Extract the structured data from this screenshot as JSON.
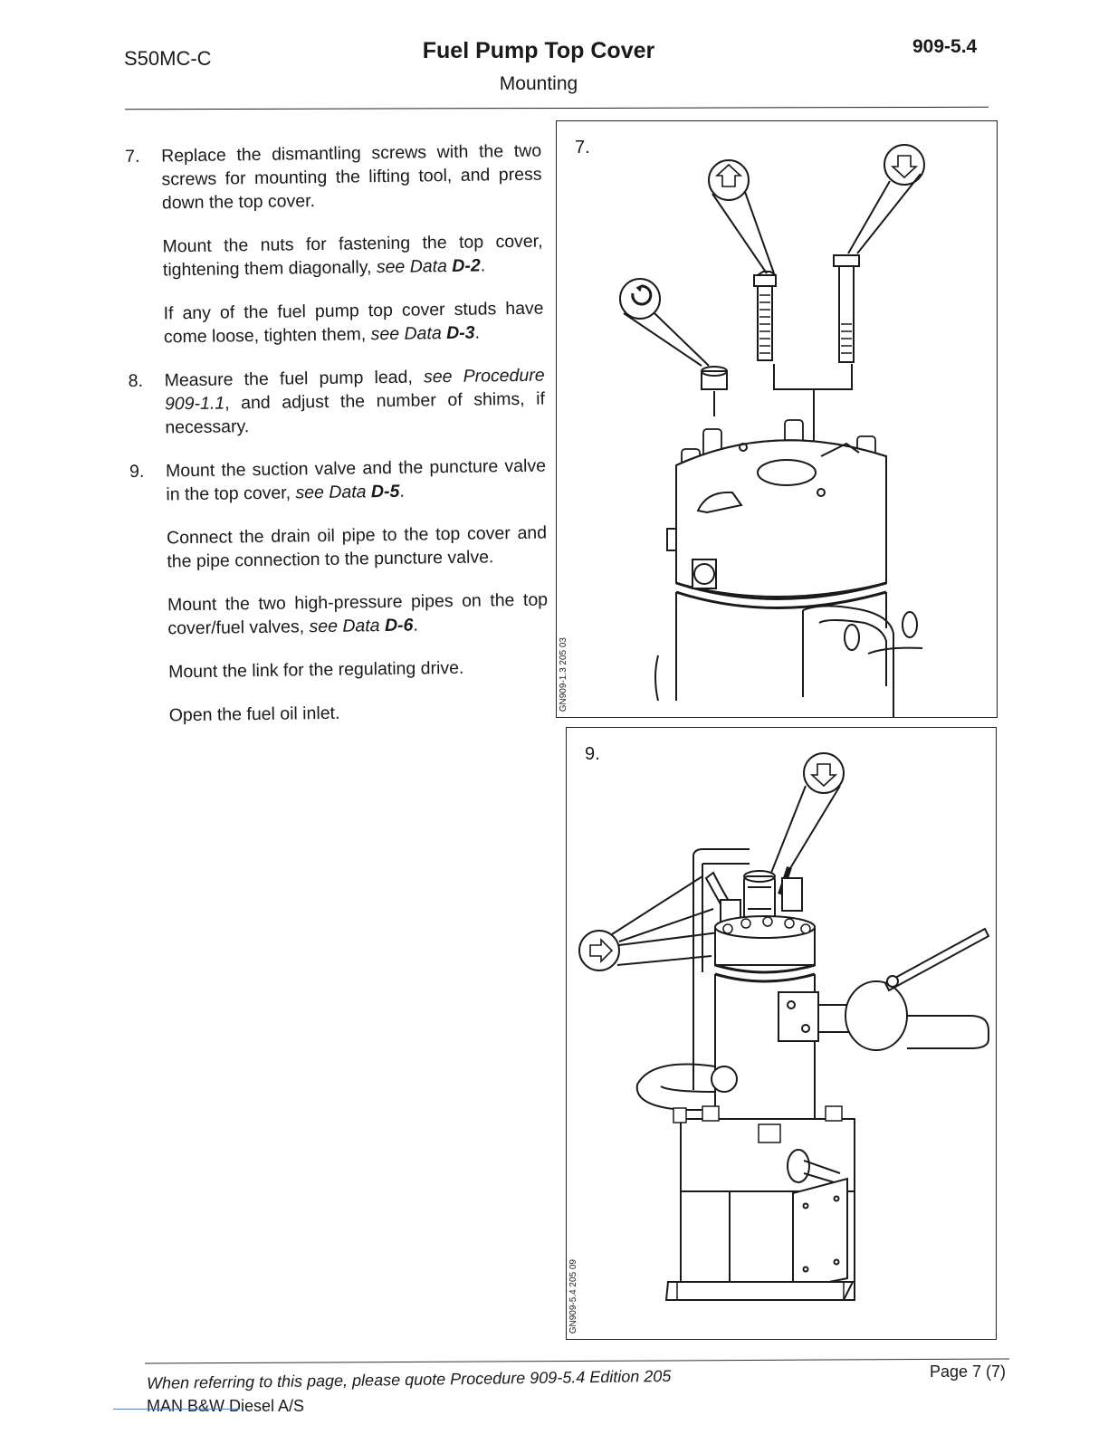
{
  "header": {
    "engine": "S50MC-C",
    "title": "Fuel Pump Top Cover",
    "subtitle": "Mounting",
    "procedure": "909-5.4"
  },
  "steps": [
    {
      "number": "7.",
      "paragraphs": [
        {
          "text": "Replace the dismantling screws with the two screws for mounting the lifting tool, and press down the top cover."
        },
        {
          "text": "Mount the nuts for fastening the top cover, tightening them diagonally, ",
          "ref_prefix": "see Data ",
          "ref_code": "D-2",
          "suffix": "."
        },
        {
          "text": "If any of the fuel pump top cover studs have come loose, tighten them, ",
          "ref_prefix": "see Data ",
          "ref_code": "D-3",
          "suffix": "."
        }
      ]
    },
    {
      "number": "8.",
      "paragraphs": [
        {
          "text": "Measure the fuel pump lead, ",
          "ref_prefix": "see Procedure 909-1.1",
          "ref_code": "",
          "suffix": ", and adjust the number of shims, if necessary."
        }
      ]
    },
    {
      "number": "9.",
      "paragraphs": [
        {
          "text": "Mount the suction valve and the puncture valve in the top cover, ",
          "ref_prefix": "see Data ",
          "ref_code": "D-5",
          "suffix": "."
        },
        {
          "text": "Connect the drain oil pipe to the top cover and the pipe connection to the puncture valve."
        },
        {
          "text": "Mount the two high-pressure pipes on the top cover/fuel valves, ",
          "ref_prefix": "see Data ",
          "ref_code": "D-6",
          "suffix": "."
        },
        {
          "text": "Mount the link for the regulating drive."
        },
        {
          "text": "Open the fuel oil inlet."
        }
      ]
    }
  ],
  "figures": [
    {
      "label": "7.",
      "code": "GN909-1.3 205 03"
    },
    {
      "label": "9.",
      "code": "GN909-5.4 205 09"
    }
  ],
  "footer": {
    "note": "When referring to this page, please quote Procedure 909-5.4 Edition 205",
    "page": "Page 7 (7)",
    "company": "MAN B&W Diesel A/S"
  }
}
